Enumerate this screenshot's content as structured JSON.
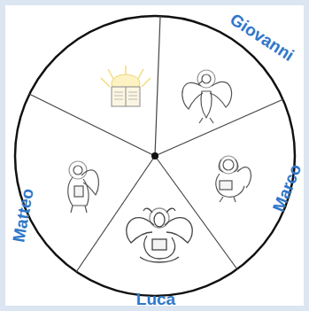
{
  "diagram": {
    "labels": [
      "Giovanni",
      "Marco",
      "Luca",
      "Matteo"
    ]
  }
}
